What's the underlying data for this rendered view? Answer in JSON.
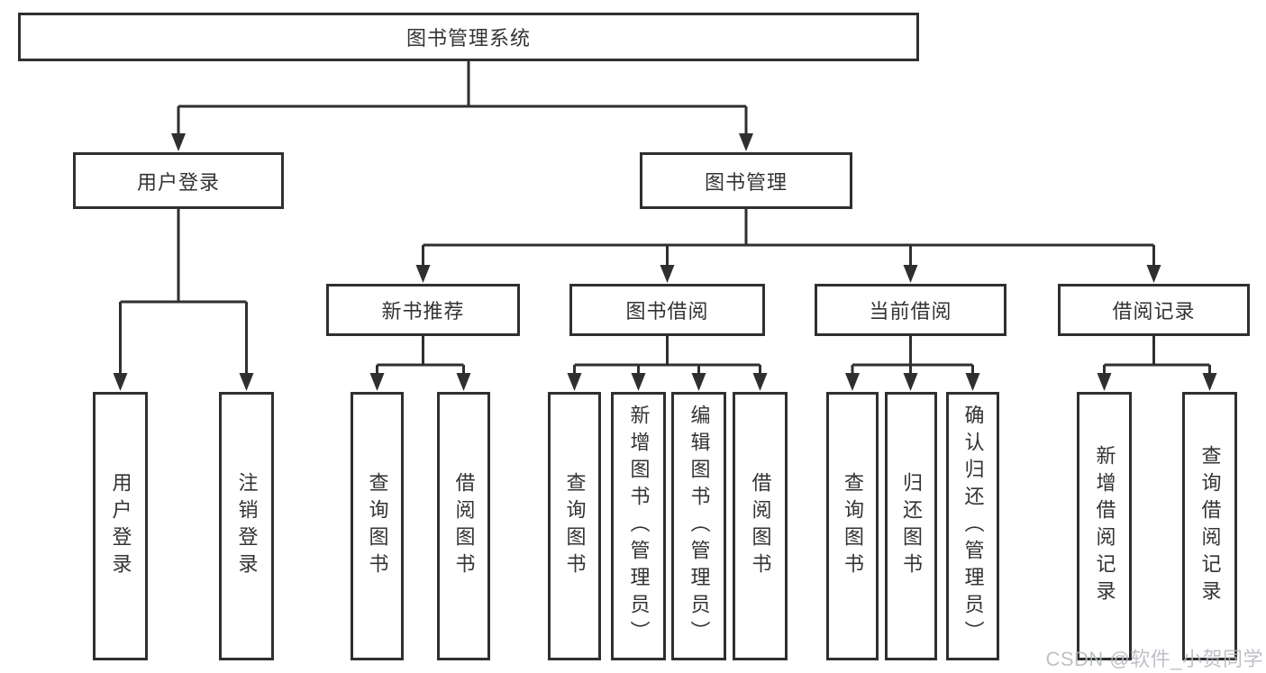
{
  "nodes": {
    "root": "图书管理系统",
    "l2_user_login": "用户登录",
    "l2_book_mgmt": "图书管理",
    "l3_new_book_rec": "新书推荐",
    "l3_book_borrow": "图书借阅",
    "l3_current_borrow": "当前借阅",
    "l3_borrow_records": "借阅记录",
    "leaf_user_login": "用户登录",
    "leaf_logout": "注销登录",
    "leaf_query_books_a": "查询图书",
    "leaf_borrow_books_a": "借阅图书",
    "leaf_query_books_b": "查询图书",
    "leaf_add_books_admin": "新增图书（管理员）",
    "leaf_edit_books_admin": "编辑图书（管理员）",
    "leaf_borrow_books_b": "借阅图书",
    "leaf_query_books_c": "查询图书",
    "leaf_return_books": "归还图书",
    "leaf_confirm_return_admin": "确认归还（管理员）",
    "leaf_add_borrow_record": "新增借阅记录",
    "leaf_query_borrow_record": "查询借阅记录"
  },
  "hierarchy": {
    "图书管理系统": {
      "用户登录": [
        "用户登录",
        "注销登录"
      ],
      "图书管理": {
        "新书推荐": [
          "查询图书",
          "借阅图书"
        ],
        "图书借阅": [
          "查询图书",
          "新增图书（管理员）",
          "编辑图书（管理员）",
          "借阅图书"
        ],
        "当前借阅": [
          "查询图书",
          "归还图书",
          "确认归还（管理员）"
        ],
        "借阅记录": [
          "新增借阅记录",
          "查询借阅记录"
        ]
      }
    }
  },
  "watermark": "CSDN @软件_小贺同学",
  "colors": {
    "line": "#2f2f2f",
    "box_border": "#2f2f2f",
    "text": "#333333",
    "watermark": "#b5b9be",
    "background": "#ffffff"
  }
}
